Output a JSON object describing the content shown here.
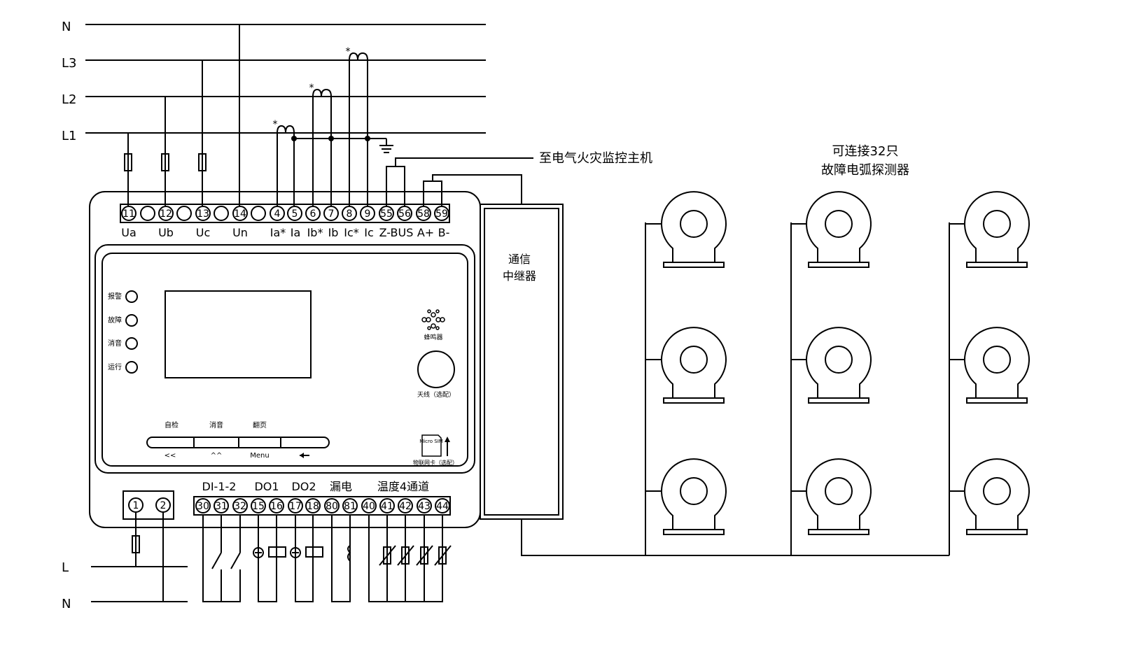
{
  "lines_top": [
    "N",
    "L3",
    "L2",
    "L1"
  ],
  "lines_bottom": [
    "L",
    "N"
  ],
  "top_terminals": [
    "11",
    "12",
    "13",
    "14",
    "4",
    "5",
    "6",
    "7",
    "8",
    "9",
    "55",
    "56",
    "58",
    "59"
  ],
  "top_labels": {
    "ua": "Ua",
    "ub": "Ub",
    "uc": "Uc",
    "un": "Un",
    "ia_star": "Ia*",
    "ia": "Ia",
    "ib_star": "Ib*",
    "ib": "Ib",
    "ic_star": "Ic*",
    "ic": "Ic",
    "zbus": "Z-BUS",
    "a_plus": "A+",
    "b_minus": "B-"
  },
  "ct_marks": [
    "*",
    "*",
    "*"
  ],
  "bottom_terminals": [
    "30",
    "31",
    "32",
    "15",
    "16",
    "17",
    "18",
    "80",
    "81",
    "40",
    "41",
    "42",
    "43",
    "44"
  ],
  "power_terminals": [
    "1",
    "2"
  ],
  "bottom_groups": {
    "di": "DI-1-2",
    "do1": "DO1",
    "do2": "DO2",
    "leak": "漏电",
    "temp": "温度4通道"
  },
  "indicators": [
    "报警",
    "故障",
    "消音",
    "运行"
  ],
  "buttons_top": [
    "自检",
    "消音",
    "翻页"
  ],
  "buttons_bottom": [
    "<<",
    "^^",
    "Menu"
  ],
  "buzzer_label": "蜂鸣器",
  "antenna_label": "天线（选配）",
  "sim_label": "Micro SIM",
  "sim_caption": "物联网卡（选配）",
  "relay_label": [
    "通信",
    "中继器"
  ],
  "to_host_label": "至电气火灾监控主机",
  "detector_note": [
    "可连接32只",
    "故障电弧探测器"
  ]
}
